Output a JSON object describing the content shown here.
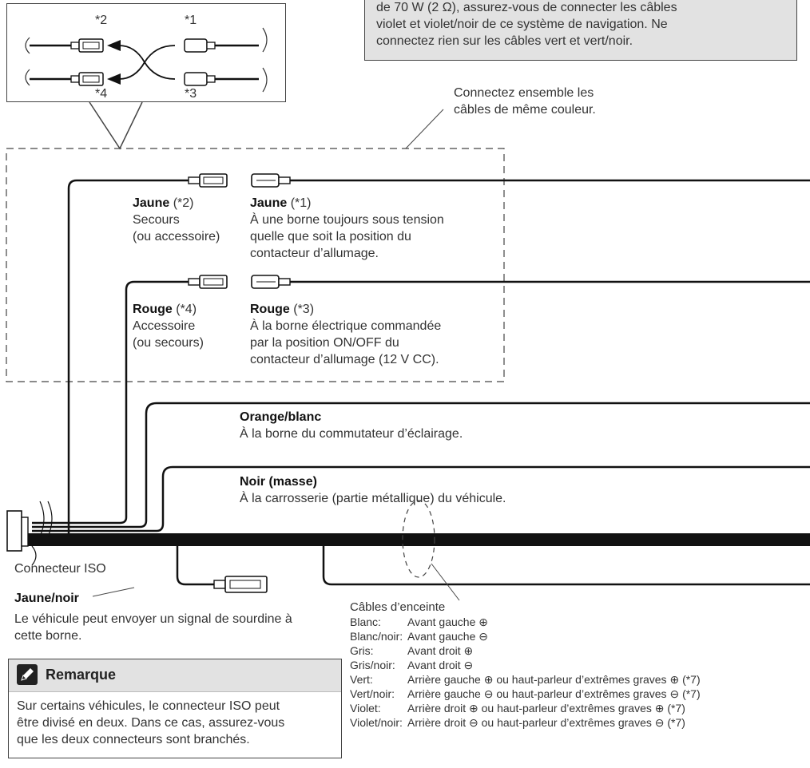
{
  "note": {
    "line1": "de 70 W (2 Ω), assurez-vous de connecter les câbles",
    "line2": "violet et violet/noir de ce système de navigation. Ne",
    "line3": "connectez rien sur les câbles vert et vert/noir."
  },
  "inset": {
    "l2": "*2",
    "l1": "*1",
    "l4": "*4",
    "l3": "*3"
  },
  "callout": {
    "line1": "Connectez ensemble les",
    "line2": "câbles de même couleur."
  },
  "jaune2": {
    "name": "Jaune",
    "code": "(*2)",
    "d1": "Secours",
    "d2": "(ou accessoire)"
  },
  "jaune1": {
    "name": "Jaune",
    "code": "(*1)",
    "d1": "À une borne toujours sous tension",
    "d2": "quelle que soit la position du",
    "d3": "contacteur d’allumage."
  },
  "rouge4": {
    "name": "Rouge",
    "code": "(*4)",
    "d1": "Accessoire",
    "d2": "(ou secours)"
  },
  "rouge3": {
    "name": "Rouge",
    "code": "(*3)",
    "d1": "À la borne électrique commandée",
    "d2": "par la position ON/OFF du",
    "d3": "contacteur d’allumage (12 V CC)."
  },
  "orange": {
    "name": "Orange/blanc",
    "desc": "À la borne du commutateur d’éclairage."
  },
  "noir": {
    "name": "Noir (masse)",
    "desc": "À la carrosserie (partie métallique) du véhicule."
  },
  "iso_label": "Connecteur ISO",
  "jaune_noir": {
    "name": "Jaune/noir",
    "d1": "Le véhicule peut envoyer un signal de sourdine à",
    "d2": "cette borne."
  },
  "speakers": {
    "title": "Câbles d’enceinte",
    "rows": [
      {
        "k": "Blanc:",
        "v": "Avant gauche ⊕"
      },
      {
        "k": "Blanc/noir:",
        "v": "Avant gauche ⊖"
      },
      {
        "k": "Gris:",
        "v": "Avant droit ⊕"
      },
      {
        "k": "Gris/noir:",
        "v": "Avant droit ⊖"
      },
      {
        "k": "Vert:",
        "v": "Arrière gauche ⊕ ou haut-parleur d’extrêmes graves ⊕ (*7)"
      },
      {
        "k": "Vert/noir:",
        "v": "Arrière gauche ⊖ ou haut-parleur d’extrêmes graves ⊖ (*7)"
      },
      {
        "k": "Violet:",
        "v": "Arrière droit ⊕ ou haut-parleur d’extrêmes graves ⊕ (*7)"
      },
      {
        "k": "Violet/noir:",
        "v": "Arrière droit ⊖ ou haut-parleur d’extrêmes graves ⊖ (*7)"
      }
    ]
  },
  "remark": {
    "title": "Remarque",
    "l1": "Sur certains véhicules, le connecteur ISO peut",
    "l2": "être divisé en deux. Dans ce cas, assurez-vous",
    "l3": "que les deux connecteurs sont branchés."
  }
}
